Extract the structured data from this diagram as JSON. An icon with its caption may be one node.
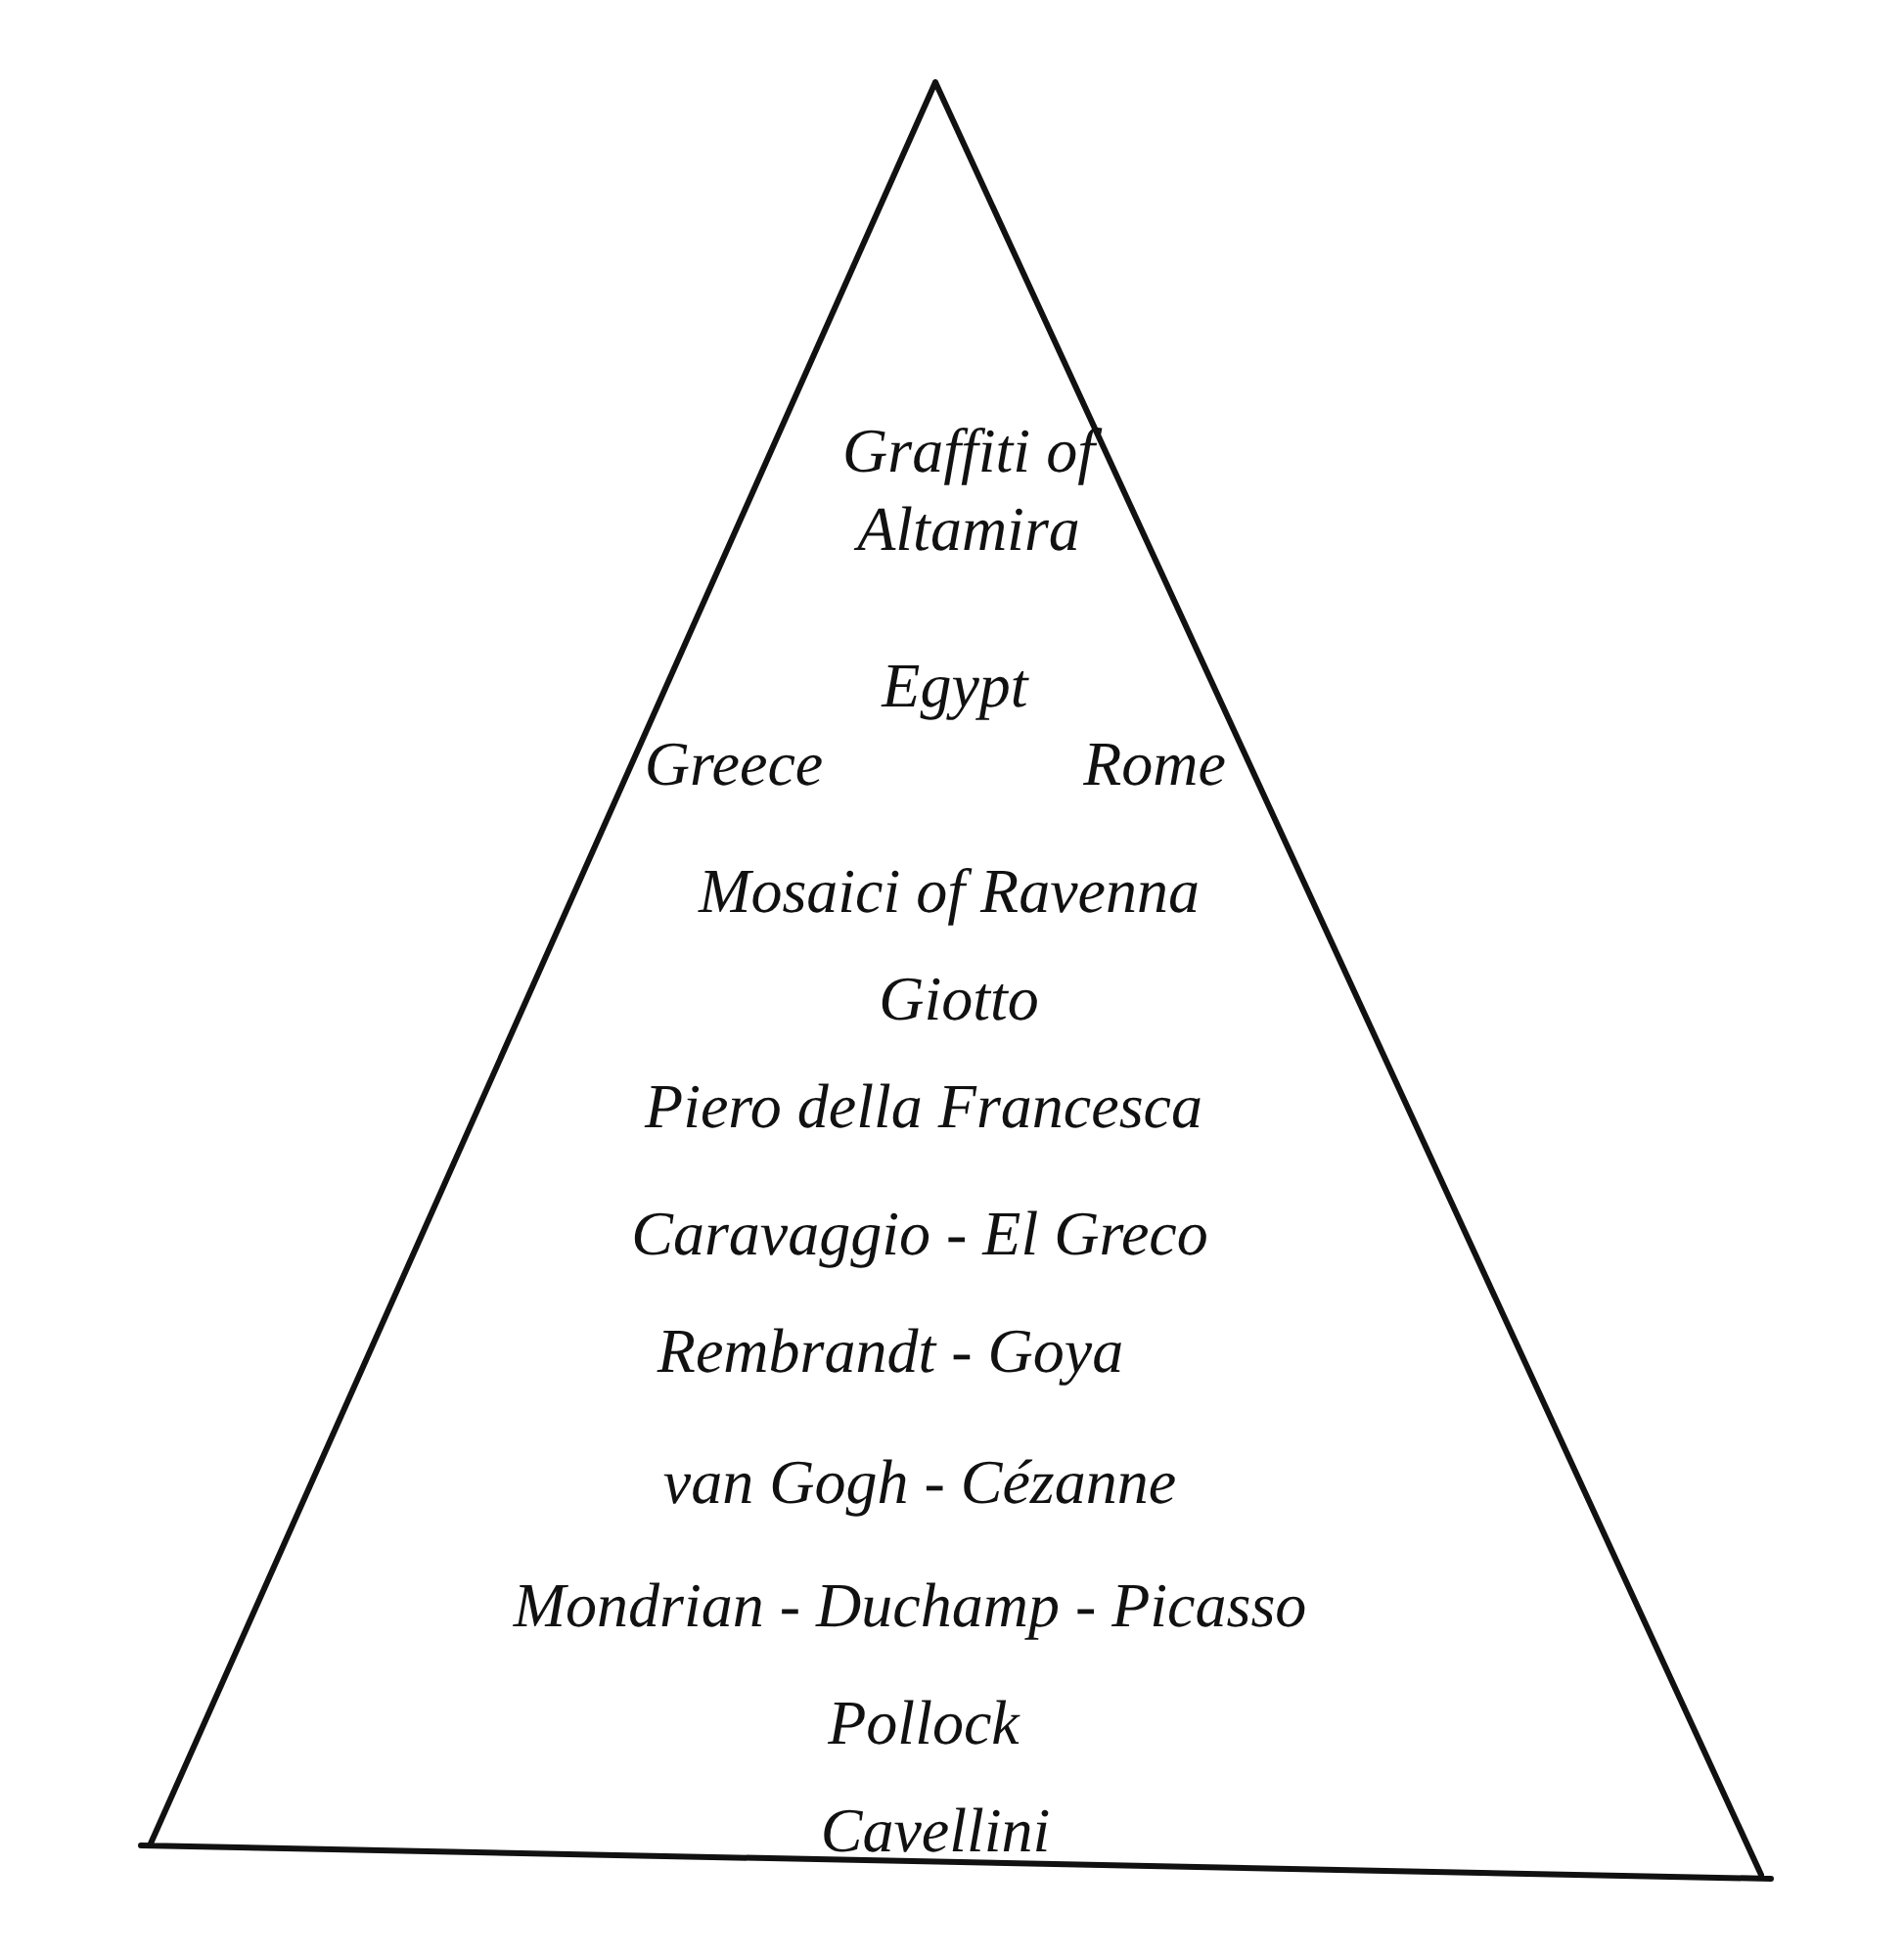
{
  "diagram": {
    "nodes": [
      {
        "text": [
          "Graffiti of Altamira",
          "Egypt",
          "Greece",
          "Rome",
          "Mosaici of Ravenna",
          "Giotto",
          "Piero della Francesca",
          "Caravaggio - El Greco",
          "Rembrandt - Goya",
          "van Gogh - Cézanne",
          "Mondrian - Duchamp - Picasso",
          "Pollock",
          "Cavellini"
        ]
      }
    ],
    "edges": []
  }
}
